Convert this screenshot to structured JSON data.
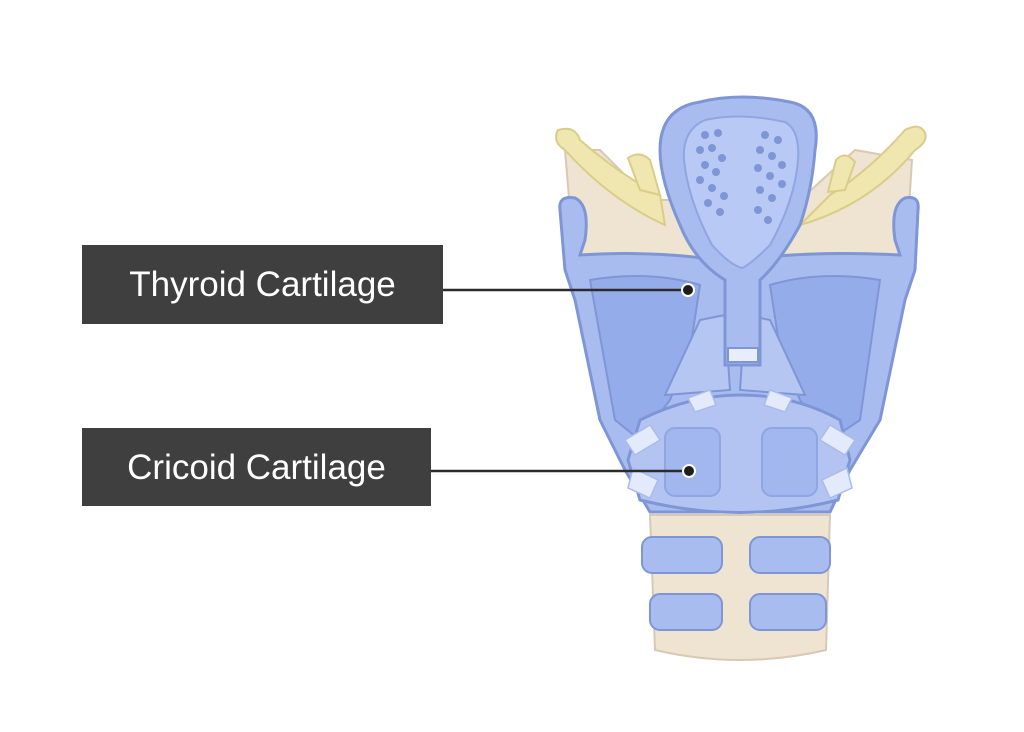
{
  "labels": [
    {
      "id": "thyroid",
      "text": "Thyroid Cartilage"
    },
    {
      "id": "cricoid",
      "text": "Cricoid Cartilage"
    }
  ],
  "colors": {
    "cartilage_fill": "#a8bcf0",
    "cartilage_dark": "#8fa6e3",
    "cartilage_stroke": "#7f96d6",
    "membrane": "#efe3d2",
    "hyoid": "#efe6b0",
    "label_bg": "#3f3f3f",
    "label_text": "#ffffff",
    "leader_line": "#2b2b2b"
  }
}
